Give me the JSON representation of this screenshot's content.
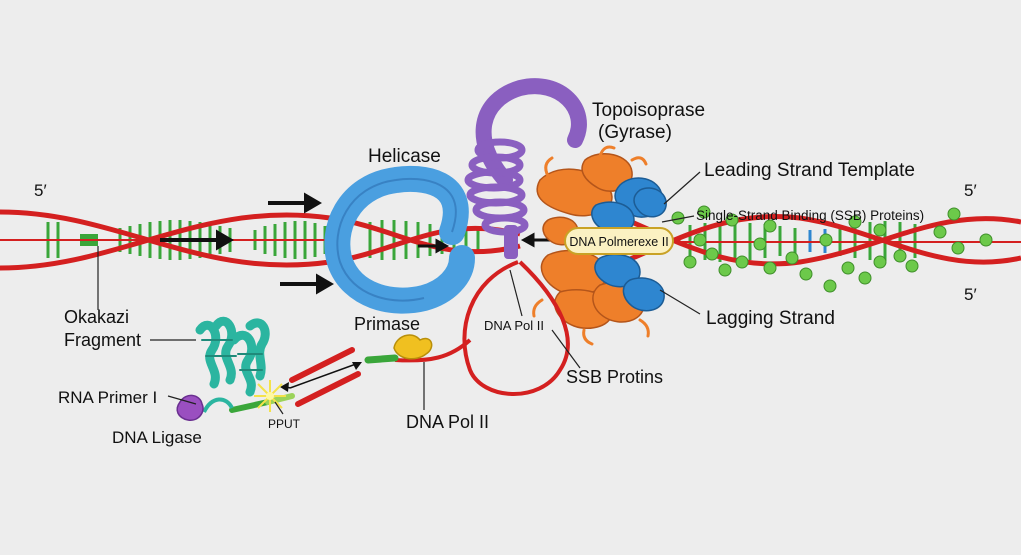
{
  "labels": {
    "five_prime_left": "5′",
    "five_prime_right_top": "5′",
    "five_prime_right_bottom": "5′",
    "helicase": "Helicase",
    "topoisomerase_line1": "Topoisoprase",
    "topoisomerase_line2": "(Gyrase)",
    "leading_strand": "Leading Strand Template",
    "ssb_proteins_top": "Single-Strand Binding (SSB) Proteins)",
    "dna_polymerase": "DNA Polmerexe II",
    "lagging_strand": "Lagging Strand",
    "okazaki_line1": "Okakazi",
    "okazaki_line2": "Fragment",
    "primase": "Primase",
    "dna_pol_small": "DNA Pol II",
    "ssb_proteins_bottom": "SSB Protins",
    "rna_primer": "RNA Primer I",
    "dna_ligase": "DNA Ligase",
    "pput": "PPUT",
    "dna_pol_bottom": "DNA Pol II"
  },
  "colors": {
    "background": "#ededed",
    "strand_red": "#d42020",
    "base_green": "#3aa63a",
    "helicase_blue": "#4a9fe0",
    "topo_purple": "#8a5fc0",
    "protein_orange": "#ee7f2a",
    "protein_blue": "#2e86d0",
    "ssb_green": "#6cc94a",
    "primase_yellow": "#f0c020",
    "ligase_purple": "#9a4fc0",
    "okazaki_teal": "#2bb5a0"
  }
}
